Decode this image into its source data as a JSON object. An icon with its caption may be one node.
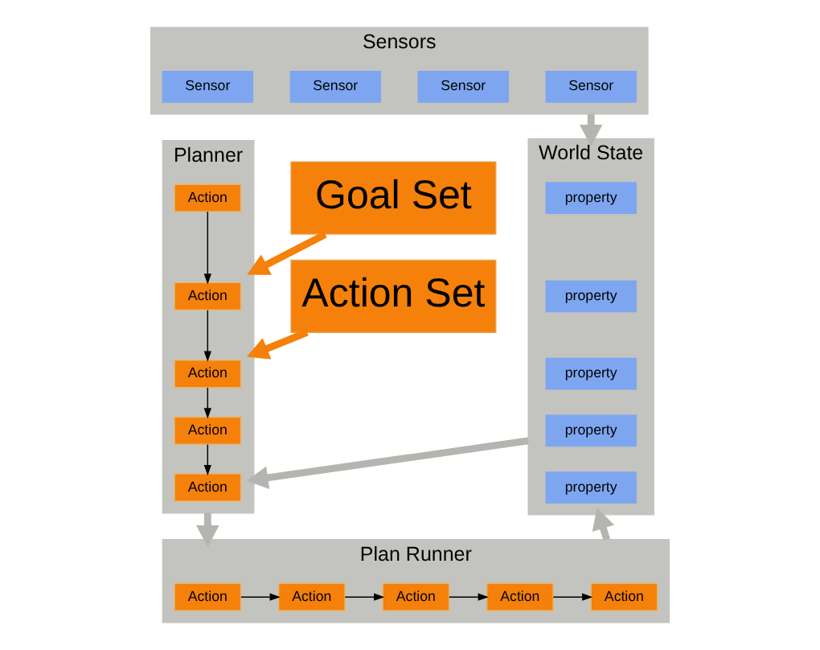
{
  "diagram": {
    "nodes": [
      {
        "text": [
          "Sensors"
        ]
      },
      {
        "text": [
          "Sensor"
        ],
        "in": 0
      },
      {
        "text": [
          "Sensor"
        ],
        "in": 0
      },
      {
        "text": [
          "Sensor"
        ],
        "in": 0
      },
      {
        "text": [
          "Sensor"
        ],
        "in": 0
      },
      {
        "text": [
          "Planner"
        ]
      },
      {
        "text": [
          "Action"
        ],
        "in": 5
      },
      {
        "text": [
          "Action"
        ],
        "in": 5
      },
      {
        "text": [
          "Action"
        ],
        "in": 5
      },
      {
        "text": [
          "Action"
        ],
        "in": 5
      },
      {
        "text": [
          "Action"
        ],
        "in": 5
      },
      {
        "text": [
          "World State"
        ]
      },
      {
        "text": [
          "property"
        ],
        "in": 11
      },
      {
        "text": [
          "property"
        ],
        "in": 11
      },
      {
        "text": [
          "property"
        ],
        "in": 11
      },
      {
        "text": [
          "property"
        ],
        "in": 11
      },
      {
        "text": [
          "property"
        ],
        "in": 11
      },
      {
        "text": [
          "Goal Set"
        ]
      },
      {
        "text": [
          "Action Set"
        ]
      },
      {
        "text": [
          "Plan Runner"
        ]
      },
      {
        "text": [
          "Action"
        ],
        "in": 19
      },
      {
        "text": [
          "Action"
        ],
        "in": 19
      },
      {
        "text": [
          "Action"
        ],
        "in": 19
      },
      {
        "text": [
          "Action"
        ],
        "in": 19
      },
      {
        "text": [
          "Action"
        ],
        "in": 19
      }
    ],
    "edges": [
      {
        "from": 0,
        "to": 11,
        "arrow": "to",
        "style": "thick",
        "color": "#b4b5b0"
      },
      {
        "from": 17,
        "to": 5,
        "arrow": "to",
        "style": "thick",
        "color": "#f5800a"
      },
      {
        "from": 18,
        "to": 5,
        "arrow": "to",
        "style": "thick",
        "color": "#f5800a"
      },
      {
        "from": 11,
        "to": 5,
        "arrow": "to",
        "style": "thick",
        "color": "#b4b5b0"
      },
      {
        "from": 5,
        "to": 19,
        "arrow": "to",
        "style": "thick",
        "color": "#b4b5b0"
      },
      {
        "from": 19,
        "to": 11,
        "arrow": "to",
        "style": "thick",
        "color": "#b4b5b0"
      },
      {
        "from": 6,
        "to": 7,
        "arrow": "to"
      },
      {
        "from": 7,
        "to": 8,
        "arrow": "to"
      },
      {
        "from": 8,
        "to": 9,
        "arrow": "to"
      },
      {
        "from": 9,
        "to": 10,
        "arrow": "to"
      },
      {
        "from": 20,
        "to": 21,
        "arrow": "to"
      },
      {
        "from": 21,
        "to": 22,
        "arrow": "to"
      },
      {
        "from": 22,
        "to": 23,
        "arrow": "to"
      },
      {
        "from": 23,
        "to": 24,
        "arrow": "to"
      }
    ]
  }
}
